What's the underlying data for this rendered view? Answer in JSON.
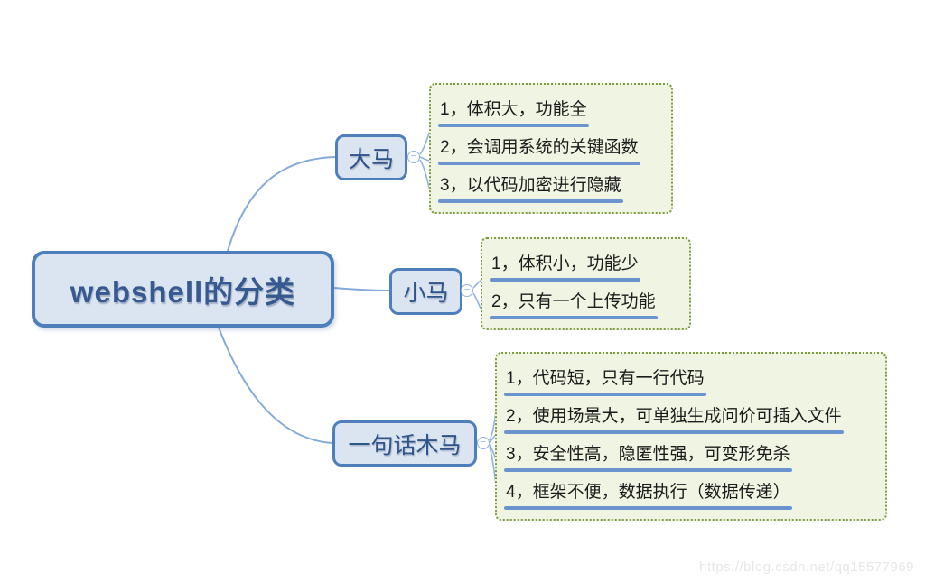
{
  "diagram": {
    "root": {
      "label": "webshell的分类"
    },
    "branches": [
      {
        "label": "大马",
        "items": [
          "1，体积大，功能全",
          "2，会调用系统的关键函数",
          "3，以代码加密进行隐藏"
        ]
      },
      {
        "label": "小马",
        "items": [
          "1，体积小，功能少",
          "2，只有一个上传功能"
        ]
      },
      {
        "label": "一句话木马",
        "items": [
          "1，代码短，只有一行代码",
          "2，使用场景大，可单独生成问价可插入文件",
          "3，安全性高，隐匿性强，可变形免杀",
          "4，框架不便，数据执行（数据传递）"
        ]
      }
    ],
    "toggle_symbol": "−",
    "colors": {
      "node_fill": "#dbe5f2",
      "node_border": "#4e7fbb",
      "node_text": "#2f5488",
      "group_fill": "#f0f4e3",
      "group_border": "#7d9b40",
      "underline": "#6b94ce",
      "connector": "#8fb3de"
    },
    "watermark": "https://blog.csdn.net/qq15577969"
  }
}
